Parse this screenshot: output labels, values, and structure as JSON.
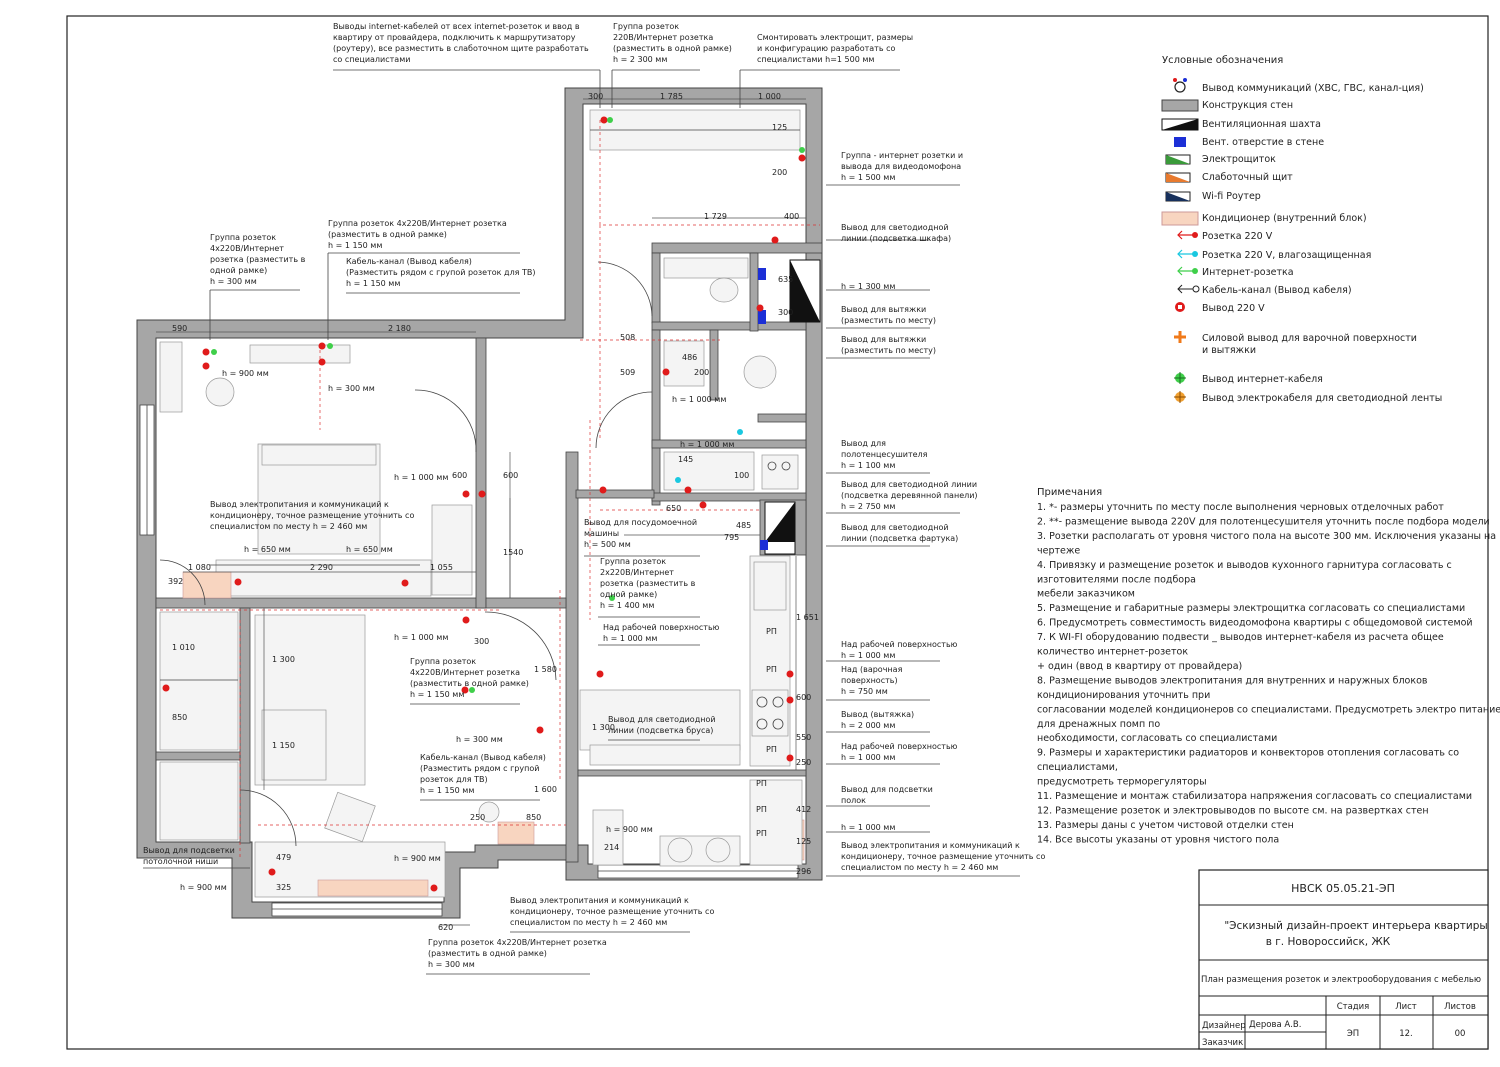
{
  "stamp": {
    "code": "НВСК 05.05.21-ЭП",
    "project_line1": "\"Эскизный дизайн-проект интерьера квартиры",
    "project_line2": "в г. Новороссийск, ЖК",
    "sheet_title": "План размещения розеток и электрооборудования с мебелью",
    "col_stage": "Стадия",
    "col_sheet": "Лист",
    "col_sheets": "Листов",
    "designer_label": "Дизайнер",
    "designer_name": "Дерова А.В.",
    "client_label": "Заказчик",
    "stage_value": "ЭП",
    "sheet_value": "12.",
    "sheets_value": "00"
  },
  "legend": {
    "title": "Условные обозначения",
    "items": [
      {
        "label": "Вывод коммуникаций (ХВС, ГВС, канал-ция)",
        "icon": "comms-outlet-icon"
      },
      {
        "label": "Конструкция стен",
        "icon": "wall-swatch-icon",
        "color": "#a6a6a6"
      },
      {
        "label": "Вентиляционная шахта",
        "icon": "vent-shaft-icon",
        "color": "#111111"
      },
      {
        "label": "Вент. отверстие в стене",
        "icon": "vent-hole-icon",
        "color": "#1c2fd6"
      },
      {
        "label": "Электрощиток",
        "icon": "electric-panel-icon",
        "color": "#3a9a3a"
      },
      {
        "label": "Слаботочный щит",
        "icon": "low-current-panel-icon",
        "color": "#e87a2e"
      },
      {
        "label": "Wi-fi Роутер",
        "icon": "wifi-router-icon",
        "color": "#17305c"
      },
      {
        "label": "Кондиционер (внутренний блок)",
        "icon": "ac-unit-icon",
        "color": "#f8d5c0"
      },
      {
        "label": "Розетка 220 V",
        "icon": "socket-220-icon",
        "color": "#e01b1b"
      },
      {
        "label": "Розетка 220 V, влагозащищенная",
        "icon": "socket-waterproof-icon",
        "color": "#19c8e0"
      },
      {
        "label": "Интернет-розетка",
        "icon": "internet-socket-icon",
        "color": "#3fcf4a"
      },
      {
        "label": "Кабель-канал (Вывод кабеля)",
        "icon": "cable-channel-icon",
        "color": "#222222"
      },
      {
        "label": "Вывод 220 V",
        "icon": "power-outlet-icon",
        "color": "#e01b1b"
      },
      {
        "label": "Силовой вывод для варочной поверхности",
        "label2": "и вытяжки",
        "icon": "hob-power-icon",
        "color": "#f07a1a"
      },
      {
        "label": "Вывод интернет-кабеля",
        "icon": "internet-cable-icon",
        "color": "#3fcf4a"
      },
      {
        "label": "Вывод электрокабеля для светодиодной ленты",
        "icon": "led-cable-icon",
        "color": "#f0a030"
      }
    ]
  },
  "notes": {
    "title": "Примечания",
    "lines": [
      "1. *- размеры уточнить по месту после выполнения черновых отделочных работ",
      "2. **- размещение вывода 220V для полотенцесушителя уточнить после подбора модели",
      "3. Розетки располагать от уровня чистого пола на высоте 300 мм. Исключения указаны на",
      "чертеже",
      "4. Привязку и размещение розеток и выводов кухонного гарнитура согласовать с",
      "изготовителями после подбора",
      "мебели заказчиком",
      "5. Размещение и габаритные размеры электрощитка согласовать со специалистами",
      "6. Предусмотреть совместимость видеодомофона квартиры с общедомовой системой",
      "7. К WI-FI оборудованию подвести _ выводов интернет-кабеля из расчета  общее",
      "количество интернет-розеток",
      "+ один (ввод в квартиру от провайдера)",
      "8. Размещение выводов электропитания для внутренних и наружных блоков",
      "кондиционирования уточнить при",
      "согласовании моделей кондиционеров со специалистами. Предусмотреть электро питание",
      "для дренажных помп по",
      "необходимости, согласовать со специалистами",
      "9. Размеры и характеристики радиаторов и конвекторов отопления согласовать со",
      "специалистами,",
      "предусмотреть терморегуляторы",
      "11. Размещение и монтаж стабилизатора напряжения согласовать со специалистами",
      "12. Размещение розеток и электровыводов по высоте см. на развертках стен",
      "13. Размеры даны с учетом чистовой отделки стен",
      "14. Все высоты указаны от уровня чистого пола"
    ]
  },
  "callouts": [
    {
      "id": "internet-cables",
      "lines": [
        "Выводы internet-кабелей от всех internet-розеток и ввод в",
        "квартиру от провайдера, подключить к маршрутизатору",
        "(роутеру), все разместить в слаботочном щите разработать",
        "со специалистами"
      ]
    },
    {
      "id": "group-2300",
      "lines": [
        "Группа розеток",
        "220В/Интернет розетка",
        "(разместить в одной рамке)",
        "h = 2 300 мм"
      ]
    },
    {
      "id": "panel",
      "lines": [
        "Смонтировать электрощит, размеры",
        "и конфигурацию разработать со",
        "специалистами h=1 500 мм"
      ]
    },
    {
      "id": "group-intercom",
      "lines": [
        "Группа - интернет розетки и",
        "вывода для видеодомофона",
        "h = 1 500 мм"
      ]
    },
    {
      "id": "led-wardrobe",
      "lines": [
        "Вывод для светодиодной",
        "линии (подсветка шкафа)"
      ]
    },
    {
      "id": "h1300",
      "lines": [
        "h = 1 300 мм"
      ]
    },
    {
      "id": "hood1",
      "lines": [
        "Вывод для вытяжки",
        "(разместить по месту)"
      ]
    },
    {
      "id": "hood2",
      "lines": [
        "Вывод для вытяжки",
        "(разместить по месту)"
      ]
    },
    {
      "id": "towel",
      "lines": [
        "Вывод для",
        "полотенцесушителя",
        "h = 1 100 мм"
      ]
    },
    {
      "id": "led-panel",
      "lines": [
        "Вывод для светодиодной линии",
        "(подсветка деревянной панели)",
        "h = 2 750 мм"
      ]
    },
    {
      "id": "led-apron",
      "lines": [
        "Вывод для светодиодной",
        "линии (подсветка фартука)"
      ]
    },
    {
      "id": "work1",
      "lines": [
        "Над рабочей поверхностью",
        "h = 1 000 мм"
      ]
    },
    {
      "id": "hob",
      "lines": [
        "Над (варочная",
        "поверхность)",
        "h = 750 мм"
      ]
    },
    {
      "id": "hood3",
      "lines": [
        "Вывод (вытяжка)",
        "h = 2 000 мм"
      ]
    },
    {
      "id": "work2",
      "lines": [
        "Над рабочей поверхностью",
        "h = 1 000 мм"
      ]
    },
    {
      "id": "shelves",
      "lines": [
        "Вывод для подсветки",
        "полок"
      ]
    },
    {
      "id": "h1000r",
      "lines": [
        "h = 1 000 мм"
      ]
    },
    {
      "id": "ac-right",
      "lines": [
        "Вывод электропитания и коммуникаций к",
        "кондиционеру, точное размещение уточнить со",
        "специалистом по месту h = 2 460 мм"
      ]
    },
    {
      "id": "group-bedroom",
      "lines": [
        "Группа розеток",
        "4х220В/Интернет",
        "розетка (разместить в",
        "одной рамке)",
        "h = 300 мм"
      ]
    },
    {
      "id": "group-1150",
      "lines": [
        "Группа розеток 4х220В/Интернет розетка",
        "(разместить в одной рамке)",
        "h = 1 150 мм"
      ]
    },
    {
      "id": "cable-tv",
      "lines": [
        "Кабель-канал (Вывод кабеля)",
        "(Разместить рядом с групой розеток для ТВ)",
        "h = 1 150 мм"
      ]
    },
    {
      "id": "ac-left",
      "lines": [
        "Вывод электропитания и коммуникаций к",
        "кондиционеру, точное размещение уточнить со",
        "специалистом по месту h = 2 460 мм"
      ]
    },
    {
      "id": "dishwasher",
      "lines": [
        "Вывод для посудомоечной",
        "машины",
        "h = 500 мм"
      ]
    },
    {
      "id": "group-1400",
      "lines": [
        "Группа розеток",
        "2х220В/Интернет",
        "розетка (разместить в",
        "одной рамке)",
        "h = 1 400 мм"
      ]
    },
    {
      "id": "work3",
      "lines": [
        "Над рабочей поверхностью",
        "h = 1 000 мм"
      ]
    },
    {
      "id": "group-room2",
      "lines": [
        "Группа розеток",
        "4х220В/Интернет розетка",
        "(разместить в одной рамке)",
        "h = 1 150 мм"
      ]
    },
    {
      "id": "led-beam",
      "lines": [
        "Вывод для светодиодной",
        "линии (подсветка бруса)"
      ]
    },
    {
      "id": "cable-tv2",
      "lines": [
        "Кабель-канал (Вывод кабеля)",
        "(Разместить рядом с групой",
        "розеток для ТВ)",
        "h = 1 150 мм"
      ]
    },
    {
      "id": "ceiling-niche",
      "lines": [
        "Вывод для подсветки",
        "потолочной ниши"
      ]
    },
    {
      "id": "ac-bottom",
      "lines": [
        "Вывод электропитания и коммуникаций к",
        "кондиционеру, точное размещение уточнить со",
        "специалистом по месту h = 2 460 мм"
      ]
    },
    {
      "id": "group-bottom",
      "lines": [
        "Группа розеток 4х220В/Интернет розетка",
        "(разместить в одной рамке)",
        "h = 300 мм"
      ]
    }
  ],
  "heights": {
    "h900a": "h = 900 мм",
    "h300a": "h = 300 мм",
    "h1000a": "h = 1 000 мм",
    "h650a": "h = 650 мм",
    "h650b": "h = 650 мм",
    "h1000b": "h = 1 000 мм",
    "h300b": "h = 300 мм",
    "h900b": "h = 900 мм",
    "h900c": "h = 900 мм",
    "h1000c": "h = 1 000 мм",
    "h1000d": "h = 1 000 мм",
    "h900d": "h = 900 мм"
  },
  "dims": {
    "d300": "300",
    "d1785": "1 785",
    "d1000": "1 000",
    "d125": "125",
    "d200": "200",
    "d1729": "1 729",
    "d400": "400",
    "d635": "635",
    "d300b": "300",
    "d590": "590",
    "d2180": "2 180",
    "d508": "508",
    "d509": "509",
    "d486": "486",
    "d200b": "200",
    "d145": "145",
    "d100": "100",
    "d650": "650",
    "d485": "485",
    "d795": "795",
    "d600a": "600",
    "d600b": "600",
    "d1540": "1540",
    "d1080": "1 080",
    "d2290": "2 290",
    "d1055": "1 055",
    "d392": "392",
    "d1010": "1 010",
    "d850": "850",
    "d1300": "1 300",
    "d1150": "1 150",
    "d300c": "300",
    "d1580": "1 580",
    "d1300b": "1 300",
    "d1600": "1 600",
    "d250": "250",
    "d850b": "850",
    "d479": "479",
    "d325": "325",
    "d620": "620",
    "d214": "214",
    "d1651": "1 651",
    "d600c": "600",
    "d550": "550",
    "d250b": "250",
    "d412": "412",
    "d125b": "125",
    "d296": "296",
    "rp1": "РП",
    "rp2": "РП",
    "rp3": "РП",
    "rp4": "РП",
    "rp5": "РП",
    "rp6": "РП"
  }
}
